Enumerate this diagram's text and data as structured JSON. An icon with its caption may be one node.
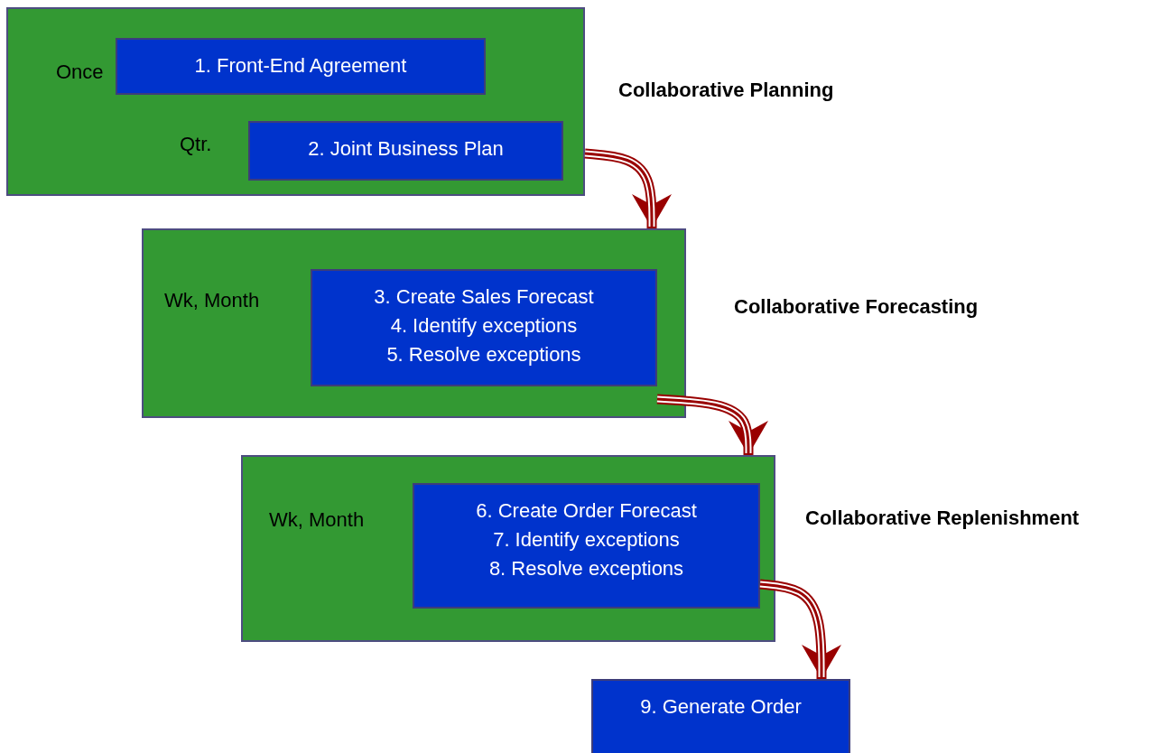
{
  "diagram": {
    "nodes": [
      {
        "text": [
          "Once",
          "Qtr."
        ],
        "beside": [
          "Collaborative Planning"
        ]
      },
      {
        "text": [
          "1. Front-End Agreement"
        ],
        "in": 0
      },
      {
        "text": [
          "2. Joint Business Plan"
        ],
        "in": 0
      },
      {
        "text": [
          "Wk, Month"
        ],
        "beside": [
          "Collaborative Forecasting"
        ]
      },
      {
        "text": [
          "3. Create Sales Forecast",
          "4. Identify exceptions",
          "5. Resolve exceptions"
        ],
        "in": 3
      },
      {
        "text": [
          "Wk, Month"
        ],
        "beside": [
          "Collaborative Replenishment"
        ]
      },
      {
        "text": [
          "6. Create Order Forecast",
          "7. Identify exceptions",
          "8. Resolve exceptions"
        ],
        "in": 5
      },
      {
        "text": [
          "9. Generate Order"
        ]
      }
    ],
    "edges": [
      {
        "from": 0,
        "to": 3,
        "arrow": "to"
      },
      {
        "from": 4,
        "to": 5,
        "arrow": "to"
      },
      {
        "from": 6,
        "to": 7,
        "arrow": "to"
      }
    ]
  }
}
